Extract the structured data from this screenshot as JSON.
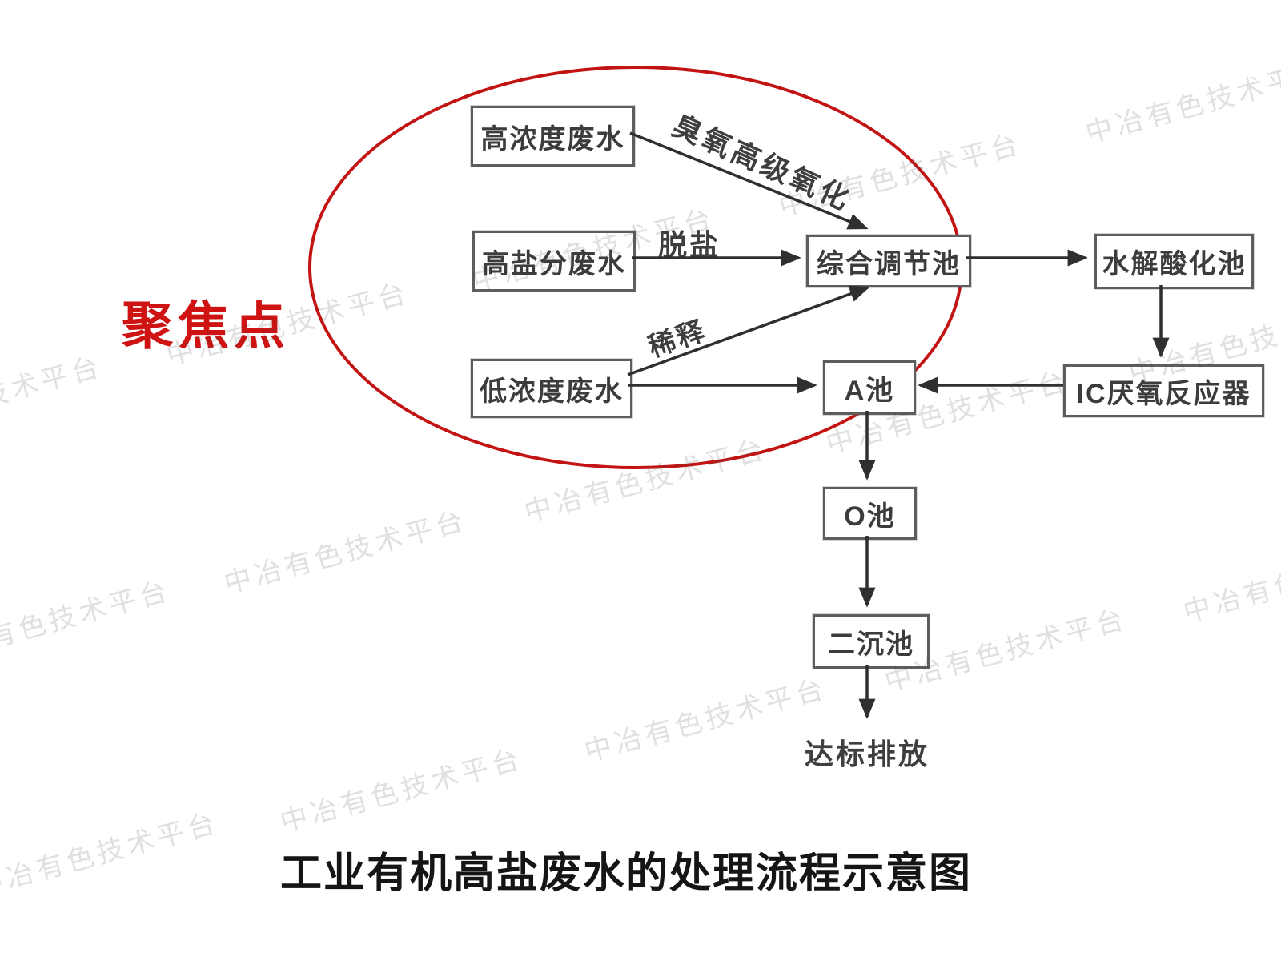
{
  "focus_label": "聚焦点",
  "title": "工业有机高盐废水的处理流程示意图",
  "watermark": {
    "text": "中冶有色技术平台",
    "color": "#dadada"
  },
  "nodes": {
    "high_concentration": "高浓度废水",
    "high_salinity": "高盐分废水",
    "low_concentration": "低浓度废水",
    "regulation_pool": "综合调节池",
    "hydrolysis_pool": "水解酸化池",
    "ic_reactor": "IC厌氧反应器",
    "a_pool": "A池",
    "o_pool": "O池",
    "secondary_sedimentation": "二沉池",
    "discharge": "达标排放"
  },
  "edge_labels": {
    "ozone": "臭氧高级氧化",
    "desalination": "脱盐",
    "dilution": "稀释"
  },
  "colors": {
    "accent_red": "#c31414",
    "line": "#2f2f2f",
    "box_border": "#5d5d5d",
    "watermark_gray": "#dadada"
  }
}
